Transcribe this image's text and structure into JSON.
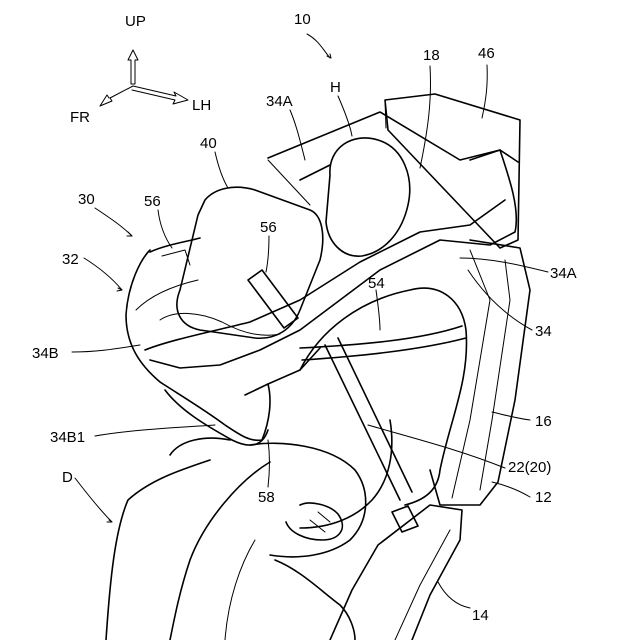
{
  "figure": {
    "axes": {
      "up": "UP",
      "front": "FR",
      "left": "LH"
    },
    "labels": [
      {
        "id": "ref-10",
        "text": "10"
      },
      {
        "id": "ref-46",
        "text": "46"
      },
      {
        "id": "ref-18",
        "text": "18"
      },
      {
        "id": "ref-h",
        "text": "H"
      },
      {
        "id": "ref-34a-top",
        "text": "34A"
      },
      {
        "id": "ref-40",
        "text": "40"
      },
      {
        "id": "ref-30",
        "text": "30"
      },
      {
        "id": "ref-56-left",
        "text": "56"
      },
      {
        "id": "ref-56-mid",
        "text": "56"
      },
      {
        "id": "ref-32",
        "text": "32"
      },
      {
        "id": "ref-54",
        "text": "54"
      },
      {
        "id": "ref-34a-right",
        "text": "34A"
      },
      {
        "id": "ref-34",
        "text": "34"
      },
      {
        "id": "ref-34b",
        "text": "34B"
      },
      {
        "id": "ref-16",
        "text": "16"
      },
      {
        "id": "ref-34b1",
        "text": "34B1"
      },
      {
        "id": "ref-22-20",
        "text": "22(20)"
      },
      {
        "id": "ref-d",
        "text": "D"
      },
      {
        "id": "ref-12",
        "text": "12"
      },
      {
        "id": "ref-58",
        "text": "58"
      },
      {
        "id": "ref-14",
        "text": "14"
      }
    ]
  }
}
